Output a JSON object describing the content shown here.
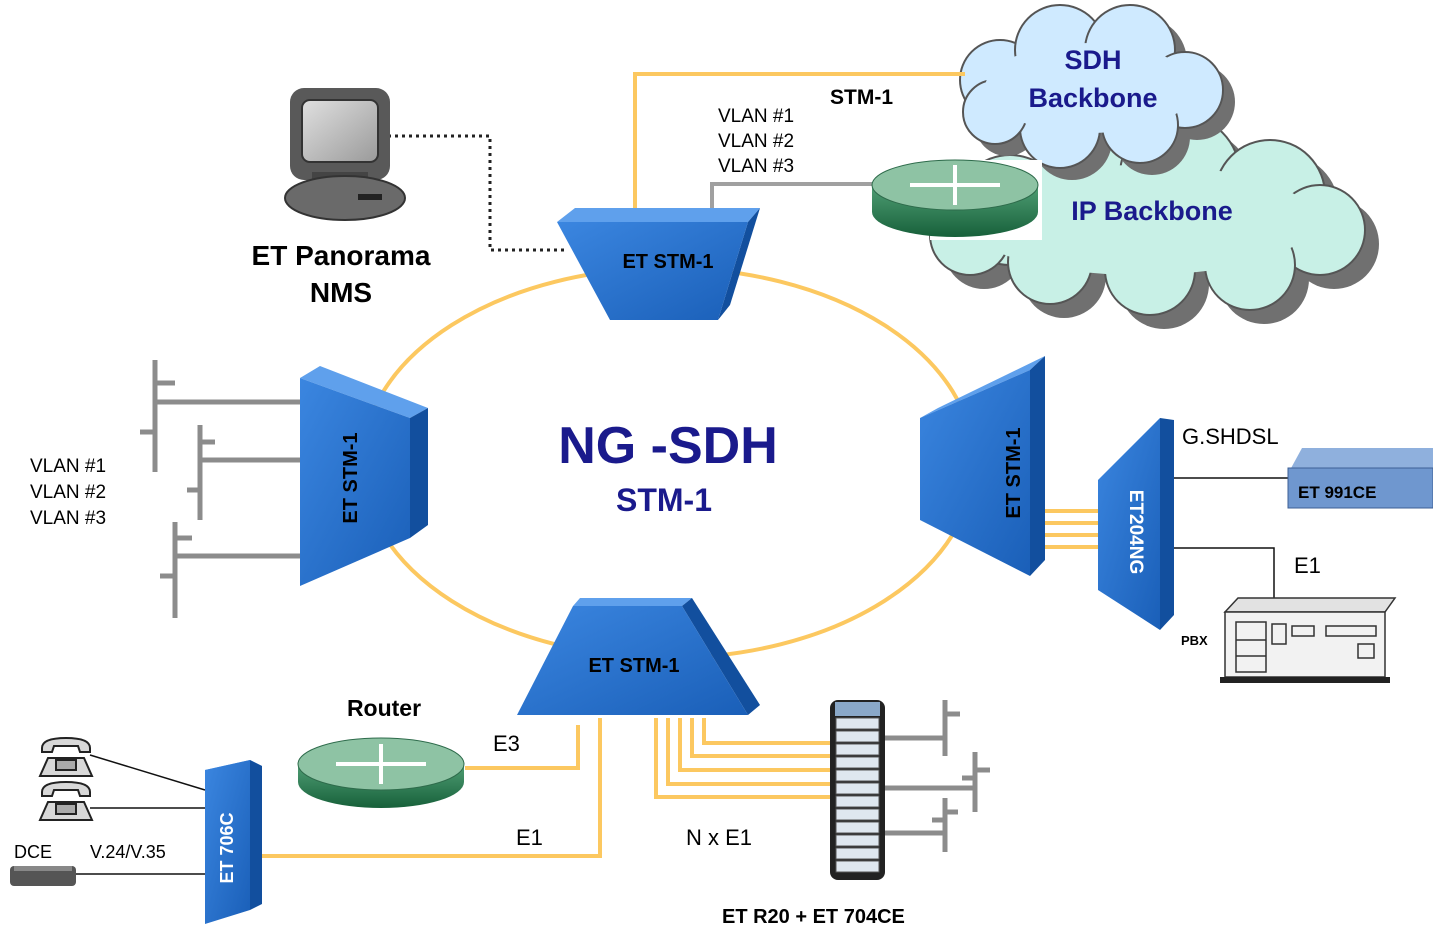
{
  "ring": {
    "title": "NG -SDH",
    "subtitle": "STM-1"
  },
  "nodes": {
    "top": "ET STM-1",
    "left": "ET STM-1",
    "right": "ET STM-1",
    "bottom": "ET STM-1",
    "et204": "ET204NG",
    "et706": "ET 706C"
  },
  "clouds": {
    "sdh_line1": "SDH",
    "sdh_line2": "Backbone",
    "ip": "IP Backbone"
  },
  "nms": {
    "line1": "ET Panorama",
    "line2": "NMS"
  },
  "labels": {
    "stm1_link": "STM-1",
    "vlans_top": [
      "VLAN #1",
      "VLAN #2",
      "VLAN #3"
    ],
    "vlans_left": [
      "VLAN #1",
      "VLAN #2",
      "VLAN #3"
    ],
    "gshdsl": "G.SHDSL",
    "et991": "ET 991CE",
    "e1_pbx": "E1",
    "pbx": "PBX",
    "router": "Router",
    "e3": "E3",
    "e1_bottom": "E1",
    "nxe1": "N x E1",
    "r20": "ET R20 + ET 704CE",
    "dce": "DCE",
    "v24": "V.24/V.35"
  },
  "colors": {
    "fiber": "#fcc860",
    "node_blue": "#1f6fd0",
    "title_navy": "#1a1a8c",
    "router_green": "#1f7a4a",
    "sdh_cloud": "#cfeaff",
    "ip_cloud": "#c8f0e6"
  }
}
